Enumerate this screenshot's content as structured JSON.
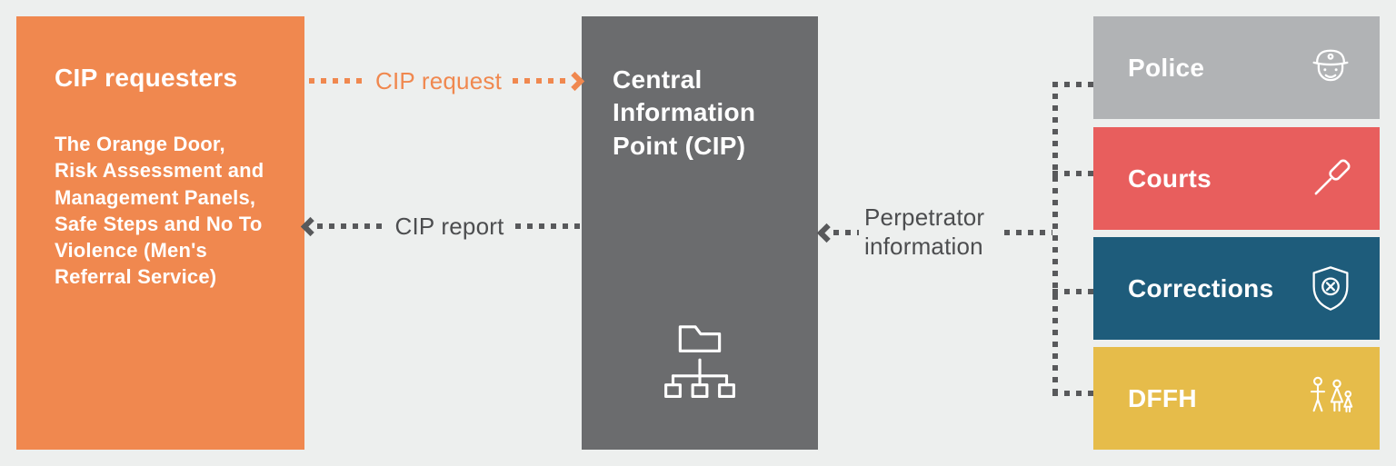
{
  "canvas": {
    "background": "#edefee"
  },
  "requesters": {
    "title": "CIP requesters",
    "body": "The Orange Door, Risk Assessment and Management Panels, Safe Steps and No To Violence (Men's Referral Service)",
    "color": "#f0884f"
  },
  "cip": {
    "title": "Central Information Point (CIP)",
    "color": "#6b6c6e",
    "icon": "folder-hierarchy"
  },
  "flows": {
    "request": {
      "label": "CIP request",
      "color": "#f0884f",
      "from": "CIP requesters",
      "to": "Central Information Point (CIP)"
    },
    "report": {
      "label": "CIP report",
      "color": "#58595b",
      "from": "Central Information Point (CIP)",
      "to": "CIP requesters"
    },
    "perpetrator": {
      "label": "Perpetrator information",
      "color": "#58595b",
      "from": "sources",
      "to": "Central Information Point (CIP)"
    }
  },
  "sources": [
    {
      "label": "Police",
      "color": "#b1b3b5",
      "icon": "police-officer"
    },
    {
      "label": "Courts",
      "color": "#e85e5d",
      "icon": "gavel"
    },
    {
      "label": "Corrections",
      "color": "#1e5c7b",
      "icon": "shield-x"
    },
    {
      "label": "DFFH",
      "color": "#e6bc4a",
      "icon": "family"
    }
  ]
}
